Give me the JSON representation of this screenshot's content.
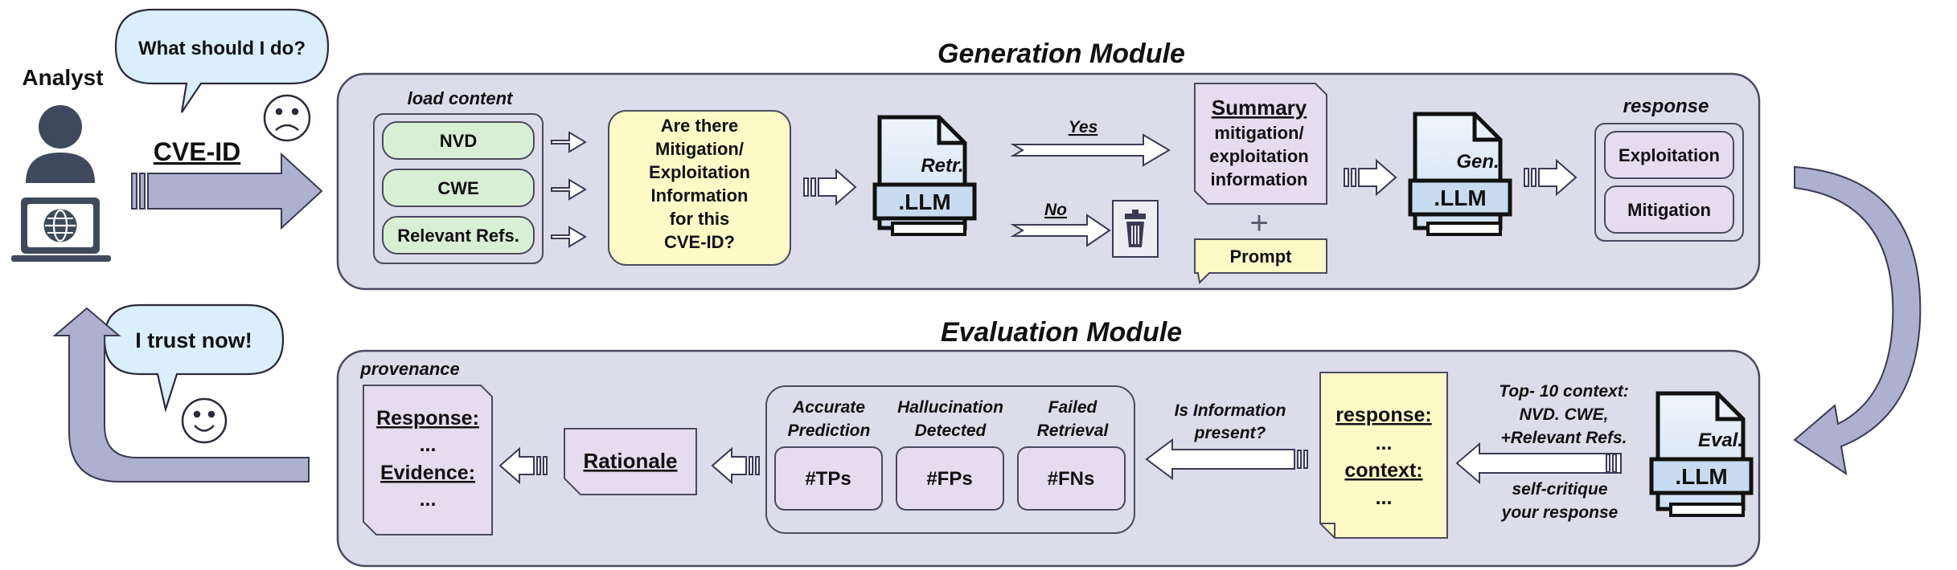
{
  "analyst": {
    "label": "Analyst",
    "bubble_question": "What should I do?",
    "bubble_trust": "I trust now!",
    "cve_label": "CVE-ID"
  },
  "generation": {
    "title": "Generation Module",
    "load_content": {
      "title": "load content",
      "items": [
        "NVD",
        "CWE",
        "Relevant Refs."
      ]
    },
    "question_lines": [
      "Are there",
      "Mitigation/",
      "Exploitation",
      "Information",
      "for this",
      "CVE-ID?"
    ],
    "retr_llm": {
      "tag": "Retr.",
      "name": ".LLM"
    },
    "branch_yes": "Yes",
    "branch_no": "No",
    "summary": {
      "heading": "Summary",
      "lines": [
        "mitigation/",
        "exploitation",
        "information"
      ]
    },
    "plus": "+",
    "prompt": "Prompt",
    "gen_llm": {
      "tag": "Gen.",
      "name": ".LLM"
    },
    "response": {
      "title": "response",
      "items": [
        "Exploitation",
        "Mitigation"
      ]
    }
  },
  "evaluation": {
    "title": "Evaluation Module",
    "eval_llm": {
      "tag": "Eval.",
      "name": ".LLM"
    },
    "top_context_lines": [
      "Top- 10 context:",
      "NVD. CWE,",
      "+Relevant Refs."
    ],
    "self_critique_lines": [
      "self-critique",
      "your response"
    ],
    "doc": {
      "response": "response:",
      "context": "context:",
      "ellipsis": "..."
    },
    "info_present_lines": [
      "Is Information",
      "present?"
    ],
    "metrics": [
      {
        "title_lines": [
          "Accurate",
          "Prediction"
        ],
        "value": "#TPs"
      },
      {
        "title_lines": [
          "Hallucination",
          "Detected"
        ],
        "value": "#FPs"
      },
      {
        "title_lines": [
          "Failed",
          "Retrieval"
        ],
        "value": "#FNs"
      }
    ],
    "rationale": "Rationale",
    "provenance": {
      "title": "provenance",
      "response": "Response:",
      "evidence": "Evidence:",
      "ellipsis": "..."
    }
  }
}
